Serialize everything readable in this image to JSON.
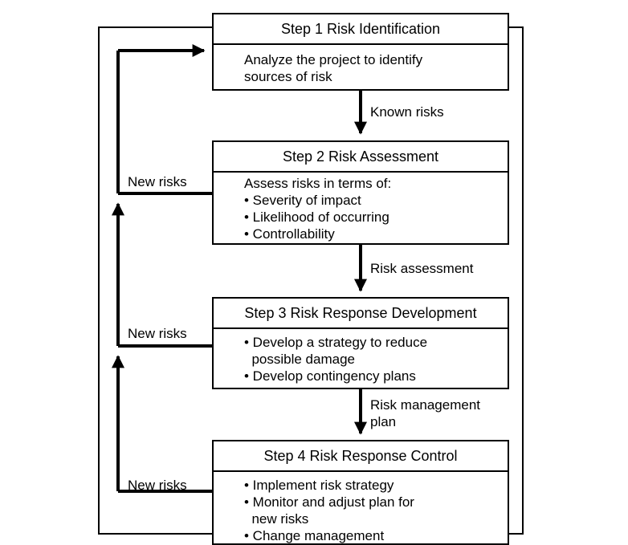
{
  "steps": [
    {
      "title": "Step 1 Risk Identification",
      "lines": [
        "Analyze the project to identify",
        "sources of risk"
      ]
    },
    {
      "title": "Step 2 Risk Assessment",
      "lines": [
        "Assess risks in terms of:",
        "• Severity of impact",
        "• Likelihood of occurring",
        "• Controllability"
      ]
    },
    {
      "title": "Step 3 Risk Response Development",
      "lines": [
        "• Develop a strategy to reduce",
        "  possible damage",
        "• Develop contingency plans"
      ]
    },
    {
      "title": "Step 4 Risk Response Control",
      "lines": [
        "• Implement risk strategy",
        "• Monitor and adjust plan for",
        "  new risks",
        "• Change management"
      ]
    }
  ],
  "flow_labels": {
    "known_risks": "Known risks",
    "risk_assessment": "Risk assessment",
    "risk_management_plan_line1": "Risk management",
    "risk_management_plan_line2": "plan"
  },
  "feedback_labels": {
    "from_step2": "New risks",
    "from_step3": "New risks",
    "from_step4": "New risks"
  },
  "colors": {
    "line": "#000000",
    "background": "#ffffff"
  }
}
